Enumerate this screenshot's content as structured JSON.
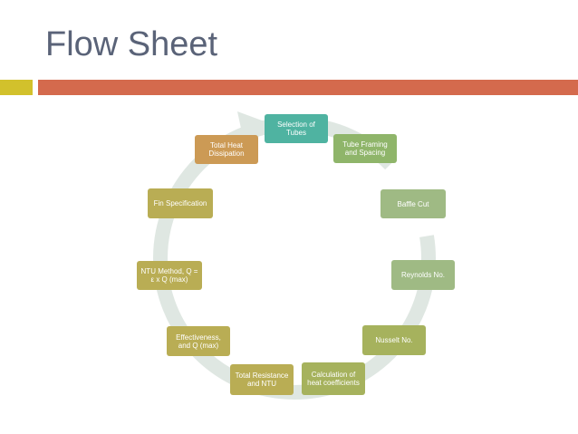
{
  "slide": {
    "title": "Flow Sheet"
  },
  "colors": {
    "accent_yellow": "#d2c12c",
    "accent_red": "#d46a4d",
    "ring": "#dfe7e2",
    "title": "#5a6378"
  },
  "nodes": [
    {
      "id": "selection",
      "label": "Selection of Tubes"
    },
    {
      "id": "framing",
      "label": "Tube Framing and Spacing"
    },
    {
      "id": "baffle",
      "label": "Baffle Cut"
    },
    {
      "id": "reynolds",
      "label": "Reynolds No."
    },
    {
      "id": "nusselt",
      "label": "Nusselt No."
    },
    {
      "id": "calc",
      "label": "Calculation of heat coefficients"
    },
    {
      "id": "resistance",
      "label": "Total Resistance and NTU"
    },
    {
      "id": "effectiveness",
      "label": "Effectiveness, and Q (max)"
    },
    {
      "id": "ntu",
      "label": "NTU Method, Q = ε x Q (max)"
    },
    {
      "id": "fin",
      "label": "Fin Specification"
    },
    {
      "id": "dissipation",
      "label": "Total Heat Dissipation"
    }
  ]
}
